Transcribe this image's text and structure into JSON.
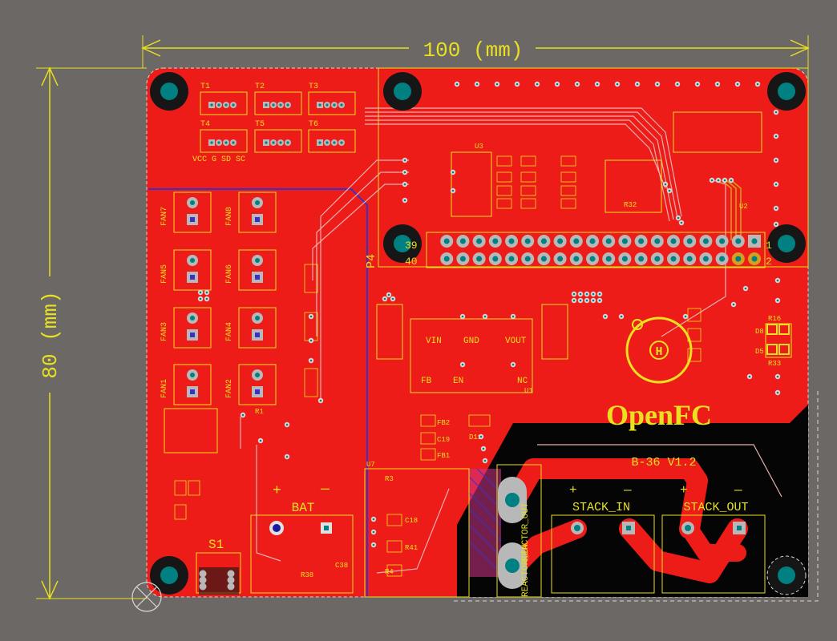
{
  "colors": {
    "background": "#6b6865",
    "board": "#ee1c18",
    "board_dark": "#c21612",
    "silk": "#e8e020",
    "hole_outer": "#161616",
    "hole_inner": "#008080",
    "pad": "#b8b8b8",
    "trace": "#e8b0b0",
    "keepout": "#3a32c8"
  },
  "dimensions": {
    "width_label": "100 (mm)",
    "height_label": "80 (mm)"
  },
  "board": {
    "brand": "OpenFC",
    "revision": "B-36 V1.2",
    "header_pin_labels": [
      "39",
      "40",
      "1",
      "2"
    ],
    "connector_labels": [
      "STACK_IN",
      "STACK_OUT"
    ],
    "battery_label": "BAT",
    "switch_label": "S1",
    "component_labels": {
      "temps": [
        "T1",
        "T2",
        "T3",
        "T4",
        "T5",
        "T6"
      ],
      "temp_pinout": "VCC G SD SC",
      "fans": [
        "FAN7",
        "FAN8",
        "FAN5",
        "FAN6",
        "FAN3",
        "FAN4",
        "FAN1",
        "FAN2"
      ],
      "header_ref": "P4",
      "regulator_pins": [
        "VIN",
        "GND",
        "VOUT",
        "FB",
        "EN",
        "NC"
      ],
      "reactor_connectors": [
        "REACTOR_OUT",
        "REACTOR_IN"
      ],
      "small_refs": [
        "U3",
        "U1",
        "U2",
        "U7",
        "D8",
        "D5",
        "D11",
        "FB1",
        "FB2",
        "C18",
        "C19",
        "R3",
        "R41",
        "R4",
        "C38",
        "R38",
        "R1",
        "R16",
        "R33",
        "R32"
      ]
    }
  }
}
